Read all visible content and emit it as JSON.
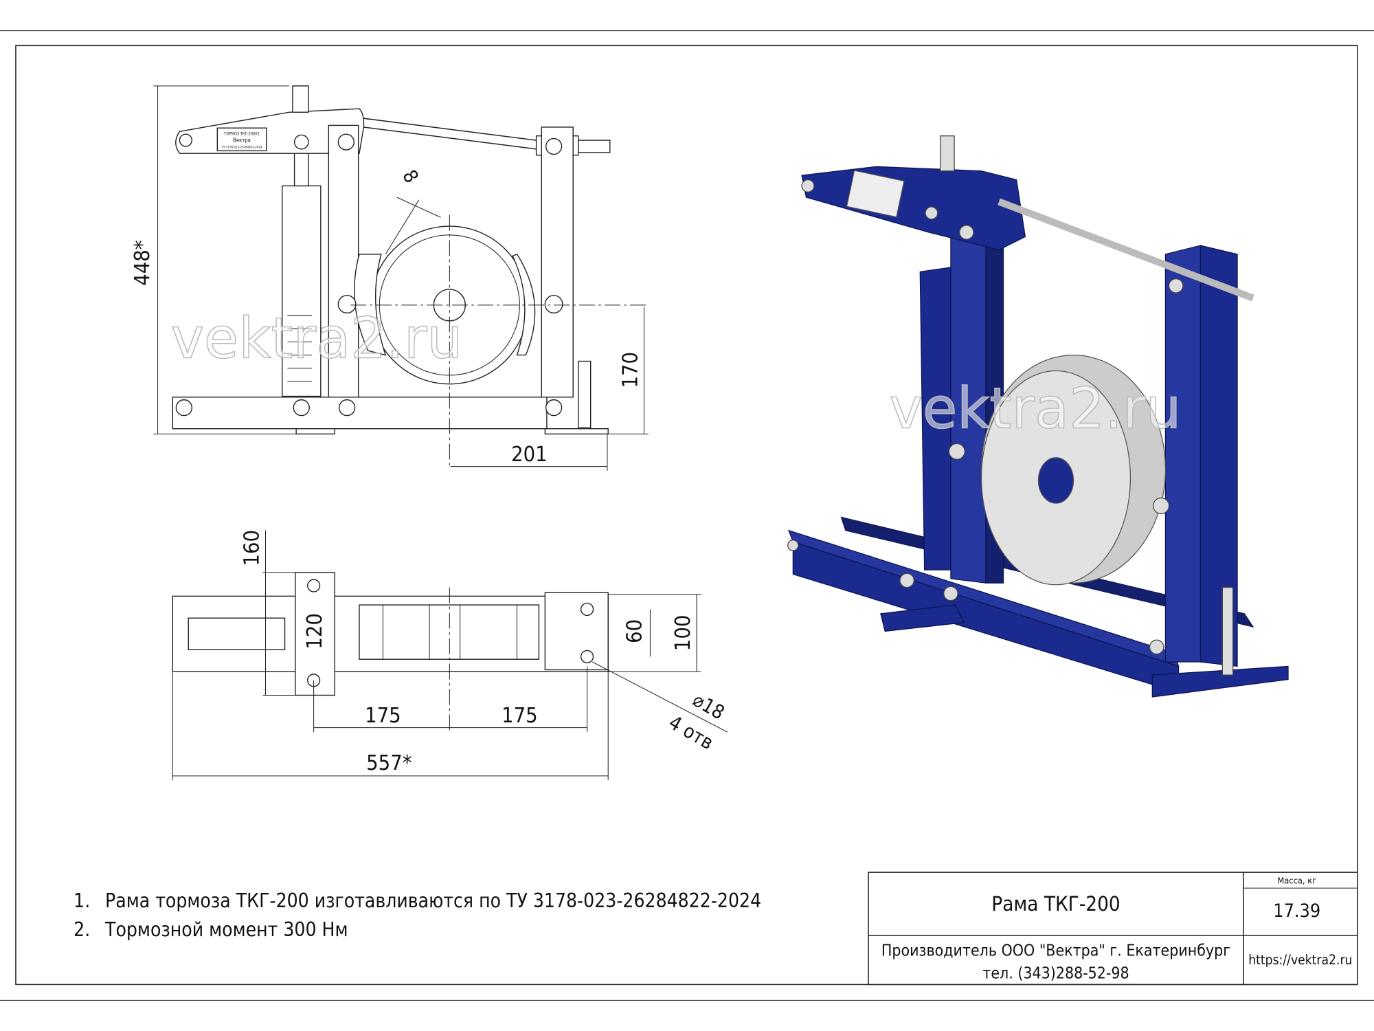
{
  "drawing": {
    "watermark": "vektra2.ru",
    "nameplate": {
      "line1": "ТОРМОЗ ТКГ-200У2",
      "line2": "Вектра",
      "line3": "ТУ 3178-023-26284822-2024"
    },
    "front_view": {
      "dim_height": "448*",
      "dim_axis_height": "170",
      "dim_offset": "201",
      "dim_gap": "8"
    },
    "top_view": {
      "dim_width": "160",
      "dim_inner": "120",
      "dim_hole_spacing_y": "60",
      "dim_base_width": "100",
      "dim_half_left": "175",
      "dim_half_right": "175",
      "dim_length": "557*",
      "hole_dia": "⌀18",
      "hole_count": "4 отв"
    },
    "colors": {
      "frame_blue": "#1b2a8f",
      "line": "#222222"
    }
  },
  "notes": [
    {
      "num": "1.",
      "text": "Рама тормоза ТКГ-200 изготавливаются по ТУ 3178-023-26284822-2024"
    },
    {
      "num": "2.",
      "text": "Тормозной момент 300 Нм"
    }
  ],
  "title_block": {
    "name": "Рама ТКГ-200",
    "mass_label": "Масса, кг",
    "mass_value": "17.39",
    "manufacturer_line1": "Производитель ООО \"Вектра\" г. Екатеринбург",
    "manufacturer_line2": "тел. (343)288-52-98",
    "website": "https://vektra2.ru"
  }
}
